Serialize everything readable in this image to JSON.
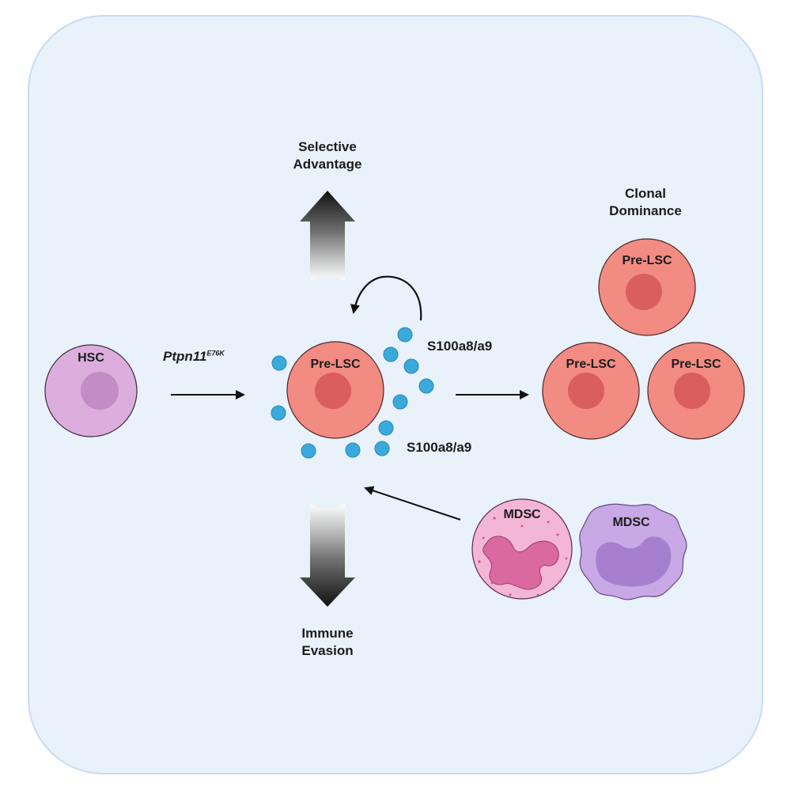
{
  "labels": {
    "selective": [
      "Selective",
      "Advantage"
    ],
    "clonal": [
      "Clonal",
      "Dominance"
    ],
    "immune": [
      "Immune",
      "Evasion"
    ],
    "hsc": "HSC",
    "ptpn11_gene": "Ptpn11",
    "ptpn11_mutation": "E76K",
    "pre_lsc_center": "Pre-LSC",
    "pre_lsc_top": "Pre-LSC",
    "pre_lsc_left": "Pre-LSC",
    "pre_lsc_right": "Pre-LSC",
    "s100_upper": "S100a8/a9",
    "s100_lower": "S100a8/a9",
    "mdsc_granulocytic": "MDSC",
    "mdsc_monocytic": "MDSC"
  },
  "colors": {
    "background_panel": "#e9f1fb",
    "panel_border": "#c9dcef",
    "hsc_fill": "#dcaedd",
    "hsc_nucleus": "#c48cc4",
    "pre_lsc_fill": "#f28b82",
    "pre_lsc_nucleus": "#db5e5e",
    "s100_dot": "#3aa9dc",
    "mdsc_gran_fill": "#f4b6d6",
    "mdsc_gran_nucleus": "#d9699f",
    "mdsc_mono_fill": "#c9a8e6",
    "mdsc_mono_nucleus": "#a67fcf",
    "arrow": "#111111"
  }
}
